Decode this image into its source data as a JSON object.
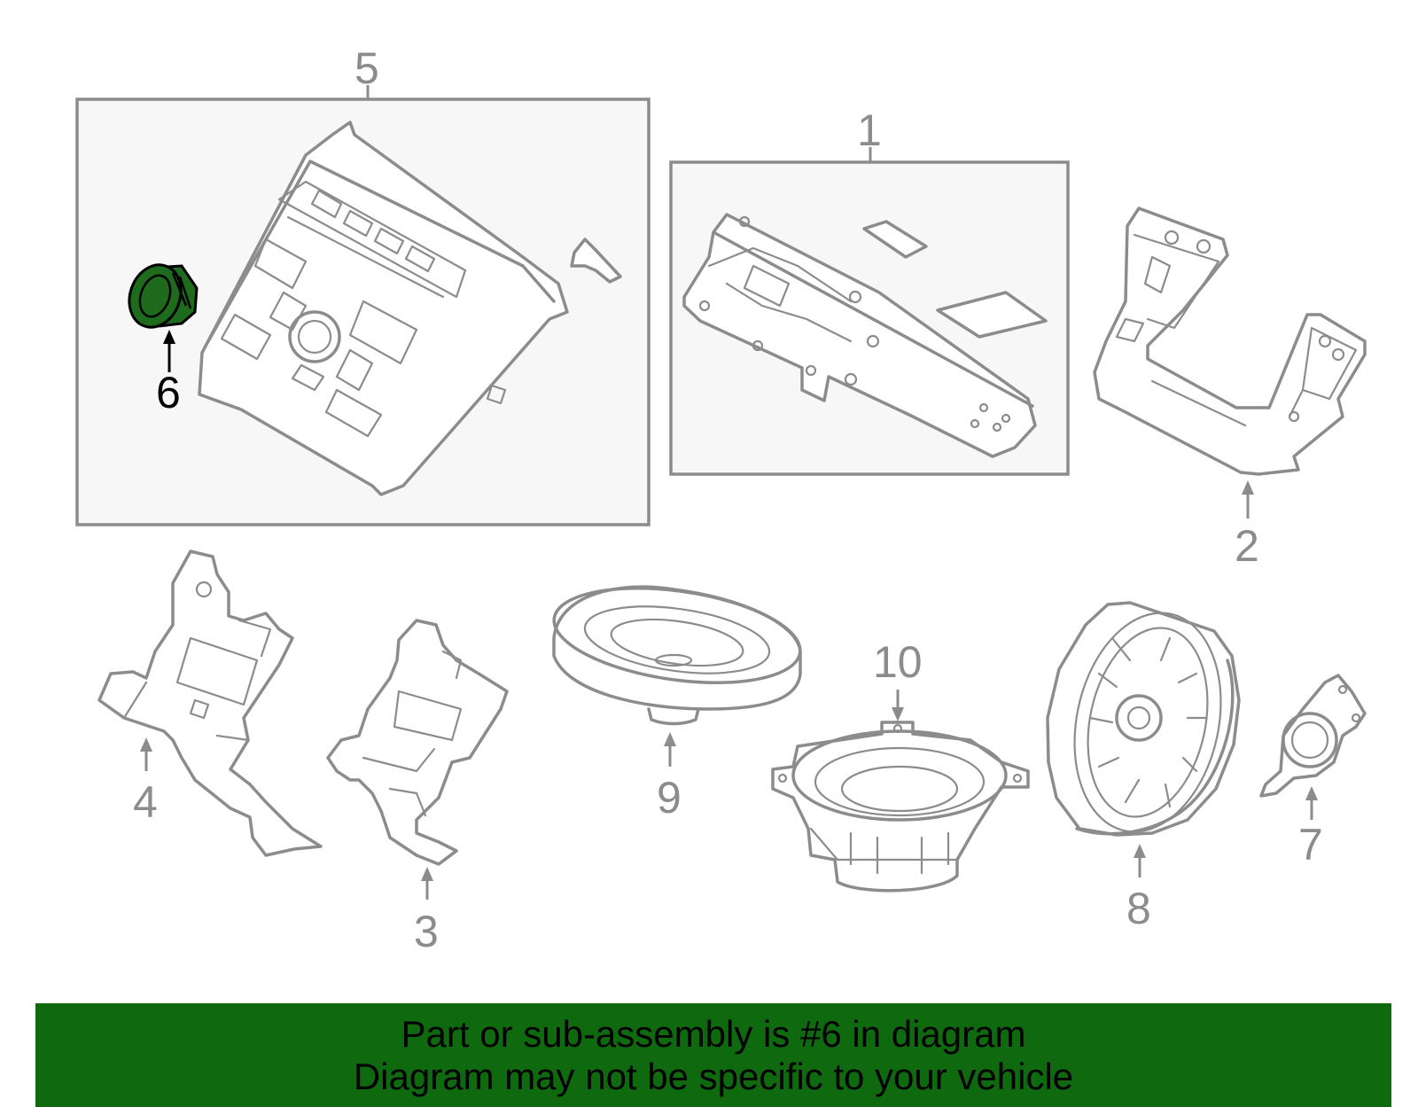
{
  "callouts": {
    "c1": "1",
    "c2": "2",
    "c3": "3",
    "c4": "4",
    "c5": "5",
    "c6": "6",
    "c7": "7",
    "c8": "8",
    "c9": "9",
    "c10": "10"
  },
  "highlighted_part": "6",
  "colors": {
    "line_art": "#8c8c8c",
    "highlight_fill": "#1e6b1e",
    "banner_background": "#0f6a0f",
    "banner_text": "#000000"
  },
  "banner": {
    "line1": "Part or sub-assembly is #6 in diagram",
    "line2": "Diagram may not be specific to your vehicle"
  }
}
